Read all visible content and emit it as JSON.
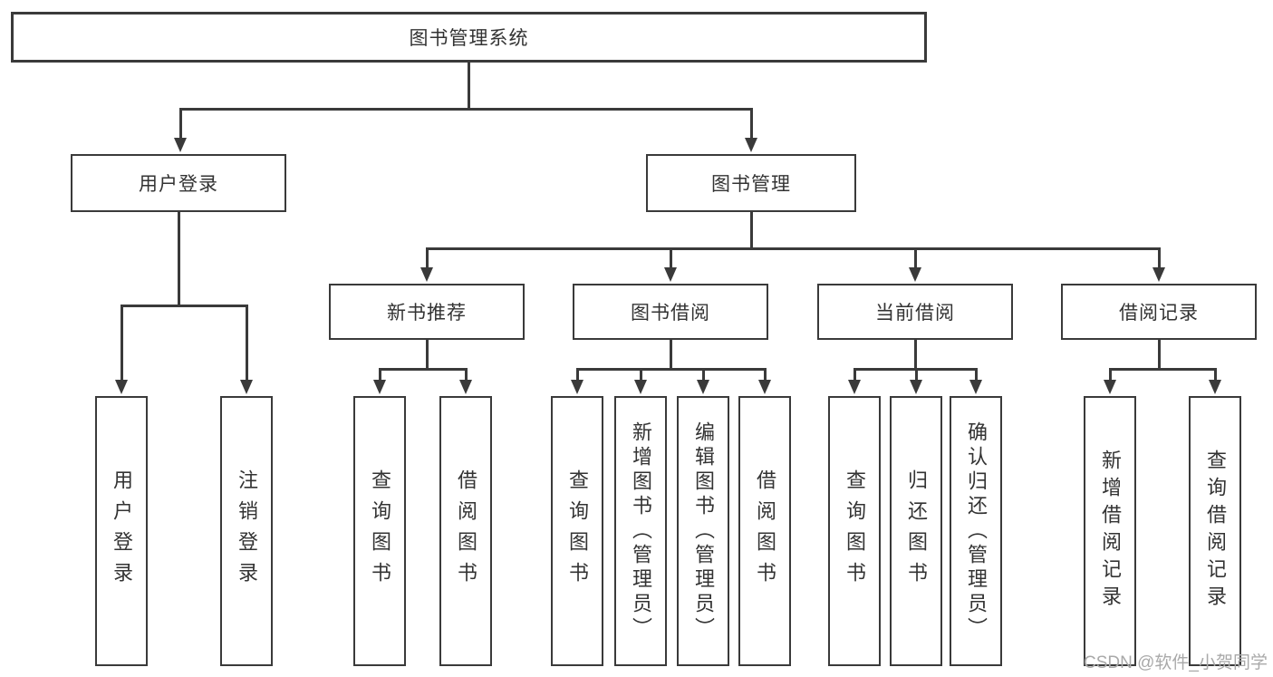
{
  "diagram": {
    "root": {
      "label": "图书管理系统"
    },
    "branches": [
      {
        "label": "用户登录",
        "children": [
          {
            "label": "用户登录"
          },
          {
            "label": "注销登录"
          }
        ]
      },
      {
        "label": "图书管理",
        "children": [
          {
            "label": "新书推荐",
            "children": [
              {
                "label": "查询图书"
              },
              {
                "label": "借阅图书"
              }
            ]
          },
          {
            "label": "图书借阅",
            "children": [
              {
                "label": "查询图书"
              },
              {
                "label": "新增图书（管理员）"
              },
              {
                "label": "编辑图书（管理员）"
              },
              {
                "label": "借阅图书"
              }
            ]
          },
          {
            "label": "当前借阅",
            "children": [
              {
                "label": "查询图书"
              },
              {
                "label": "归还图书"
              },
              {
                "label": "确认归还（管理员）"
              }
            ]
          },
          {
            "label": "借阅记录",
            "children": [
              {
                "label": "新增借阅记录"
              },
              {
                "label": "查询借阅记录"
              }
            ]
          }
        ]
      }
    ]
  },
  "watermark": {
    "text": "CSDN @软件_小贺同学",
    "color": "#a9a9a9"
  },
  "colors": {
    "line": "#3a3a3a",
    "text": "#333333",
    "background": "#ffffff"
  }
}
